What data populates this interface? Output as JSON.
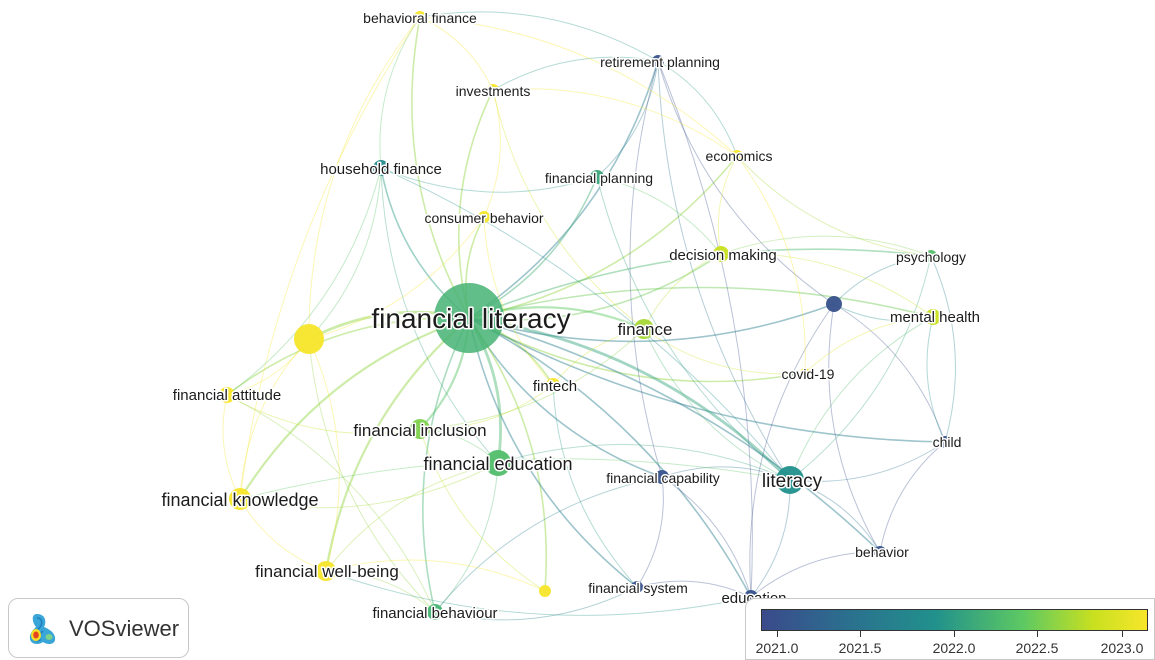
{
  "brand": {
    "name": "VOSviewer"
  },
  "colors": {
    "scale": [
      "#3b4a8c",
      "#21918c",
      "#5ec962",
      "#f7e62a"
    ],
    "purple_node": "#6f6fc2",
    "teal_node": "#3fbfa9",
    "green_node": "#6cc36c",
    "yellow_node": "#f3df2a"
  },
  "legend": {
    "ticks": [
      "2021.0",
      "2021.5",
      "2022.0",
      "2022.5",
      "2023.0"
    ]
  },
  "nodes": [
    {
      "id": "behavioral-finance",
      "label": "behavioral finance",
      "year": 2023.0,
      "weight": 1
    },
    {
      "id": "retirement-planning",
      "label": "retirement planning",
      "year": 2021.1,
      "weight": 1
    },
    {
      "id": "investments",
      "label": "investments",
      "year": 2023.0,
      "weight": 1
    },
    {
      "id": "economics",
      "label": "economics",
      "year": 2023.0,
      "weight": 1
    },
    {
      "id": "household-finance",
      "label": "household finance",
      "year": 2021.9,
      "weight": 1
    },
    {
      "id": "financial-planning",
      "label": "financial planning",
      "year": 2022.2,
      "weight": 1
    },
    {
      "id": "consumer-behavior",
      "label": "consumer behavior",
      "year": 2023.0,
      "weight": 1
    },
    {
      "id": "decision-making",
      "label": "decision making",
      "year": 2022.8,
      "weight": 1
    },
    {
      "id": "psychology",
      "label": "psychology",
      "year": 2022.4,
      "weight": 1
    },
    {
      "id": "financial-literacy",
      "label": "financial literacy",
      "year": 2022.3,
      "weight": 10
    },
    {
      "id": "unlabeled-purple",
      "label": "",
      "year": 2021.1,
      "weight": 1
    },
    {
      "id": "mental-health",
      "label": "mental health",
      "year": 2022.8,
      "weight": 1
    },
    {
      "id": "unlabeled-yellow",
      "label": "",
      "year": 2023.0,
      "weight": 3
    },
    {
      "id": "finance",
      "label": "finance",
      "year": 2022.7,
      "weight": 2
    },
    {
      "id": "covid-19",
      "label": "covid-19",
      "year": 2023.0,
      "weight": 1
    },
    {
      "id": "fintech",
      "label": "fintech",
      "year": 2023.0,
      "weight": 1
    },
    {
      "id": "financial-attitude",
      "label": "financial attitude",
      "year": 2023.0,
      "weight": 1
    },
    {
      "id": "financial-inclusion",
      "label": "financial inclusion",
      "year": 2022.6,
      "weight": 2
    },
    {
      "id": "child",
      "label": "child",
      "year": 2021.1,
      "weight": 1
    },
    {
      "id": "financial-education",
      "label": "financial education",
      "year": 2022.4,
      "weight": 3
    },
    {
      "id": "financial-capability",
      "label": "financial capability",
      "year": 2021.1,
      "weight": 1
    },
    {
      "id": "literacy",
      "label": "literacy",
      "year": 2022.0,
      "weight": 3
    },
    {
      "id": "financial-knowledge",
      "label": "financial knowledge",
      "year": 2023.0,
      "weight": 2
    },
    {
      "id": "behavior",
      "label": "behavior",
      "year": 2021.1,
      "weight": 1
    },
    {
      "id": "financial-well-being",
      "label": "financial well-being",
      "year": 2023.0,
      "weight": 2
    },
    {
      "id": "unlabeled-yellow-small",
      "label": "",
      "year": 2023.0,
      "weight": 1
    },
    {
      "id": "financial-system",
      "label": "financial system",
      "year": 2021.1,
      "weight": 1
    },
    {
      "id": "education",
      "label": "education",
      "year": 2021.1,
      "weight": 1
    },
    {
      "id": "financial-behaviour",
      "label": "financial behaviour",
      "year": 2022.3,
      "weight": 1
    }
  ]
}
